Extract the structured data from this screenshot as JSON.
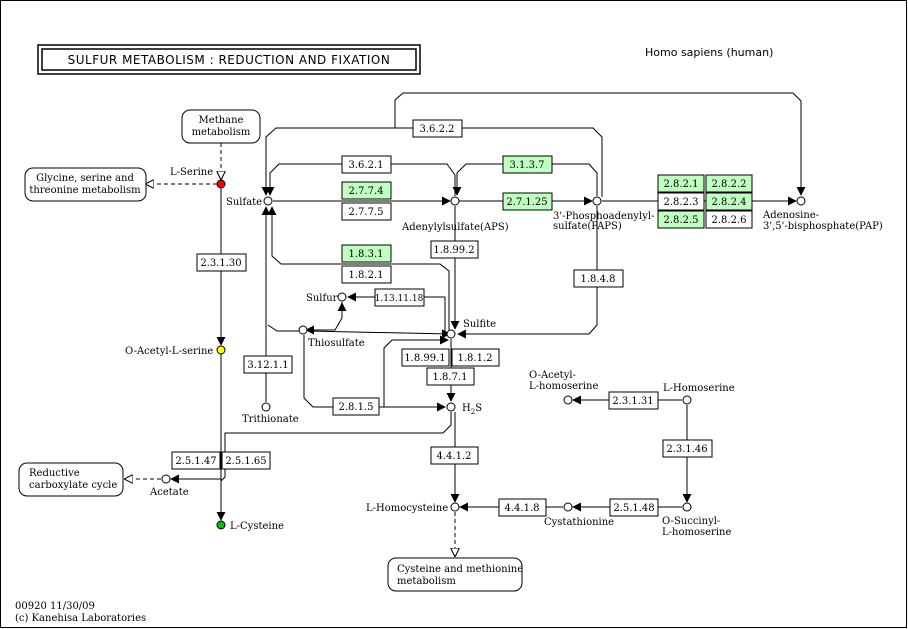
{
  "title": "SULFUR METABOLISM : REDUCTION AND FIXATION",
  "organism": "Homo sapiens (human)",
  "footer": {
    "map_id_date": "00920 11/30/09",
    "copyright": "(c) Kanehisa Laboratories"
  },
  "colors": {
    "enzyme_highlight": "#bfffbf",
    "node_red": "#ff0000",
    "node_yellow": "#ffff00",
    "node_green": "#00c000",
    "line": "#000000"
  },
  "pathway_maps": {
    "methane": [
      "Methane",
      "metabolism"
    ],
    "glycine": [
      "Glycine, serine and",
      "threonine metabolism"
    ],
    "reductive": [
      "Reductive",
      "carboxylate cycle"
    ],
    "cysteine": [
      "Cysteine and methionine",
      "metabolism"
    ]
  },
  "compounds": {
    "l_serine": "L-Serine",
    "sulfate": "Sulfate",
    "aps": "Adenylylsulfate(APS)",
    "paps": [
      "3'-Phosphoadenylyl-",
      "sulfate(PAPS)"
    ],
    "pap": [
      "Adenosine-",
      "3',5'-bisphosphate(PAP)"
    ],
    "sulfur": "Sulfur",
    "sulfite": "Sulfite",
    "thiosulfate": "Thiosulfate",
    "trithionate": "Trithionate",
    "o_acetyl_l_serine": "O-Acetyl-L-serine",
    "h2s": "H",
    "h2s_sub": "2",
    "h2s_tail": "S",
    "acetate": "Acetate",
    "l_cysteine": "L-Cysteine",
    "l_homocysteine": "L-Homocysteine",
    "cystathionine": "Cystathionine",
    "o_succinyl": [
      "O-Succinyl-",
      "L-homoserine"
    ],
    "o_acetyl_hom": [
      "O-Acetyl-",
      "L-homoserine"
    ],
    "l_homoserine": "L-Homoserine"
  },
  "enzymes": {
    "e3622": "3.6.2.2",
    "e3621": "3.6.2.1",
    "e3137": "3.1.3.7",
    "e2774": "2.7.7.4",
    "e2775": "2.7.7.5",
    "e27125": "2.7.1.25",
    "e2821": "2.8.2.1",
    "e2822": "2.8.2.2",
    "e2823": "2.8.2.3",
    "e2824": "2.8.2.4",
    "e2825": "2.8.2.5",
    "e2826": "2.8.2.6",
    "e1831": "1.8.3.1",
    "e1821": "1.8.2.1",
    "e18992": "1.8.99.2",
    "e1848": "1.8.4.8",
    "e113118": "1.13.11.18",
    "e23130": "2.3.1.30",
    "e31211": "3.12.1.1",
    "e18991": "1.8.99.1",
    "e1812": "1.8.1.2",
    "e1871": "1.8.7.1",
    "e2815": "2.8.1.5",
    "e44412": "4.4.1.2",
    "e25147": "2.5.1.47",
    "e25165": "2.5.1.65",
    "e2311": "2.3.1.31",
    "e23146": "2.3.1.46",
    "e4418": "4.4.1.8",
    "e25148": "2.5.1.48"
  }
}
